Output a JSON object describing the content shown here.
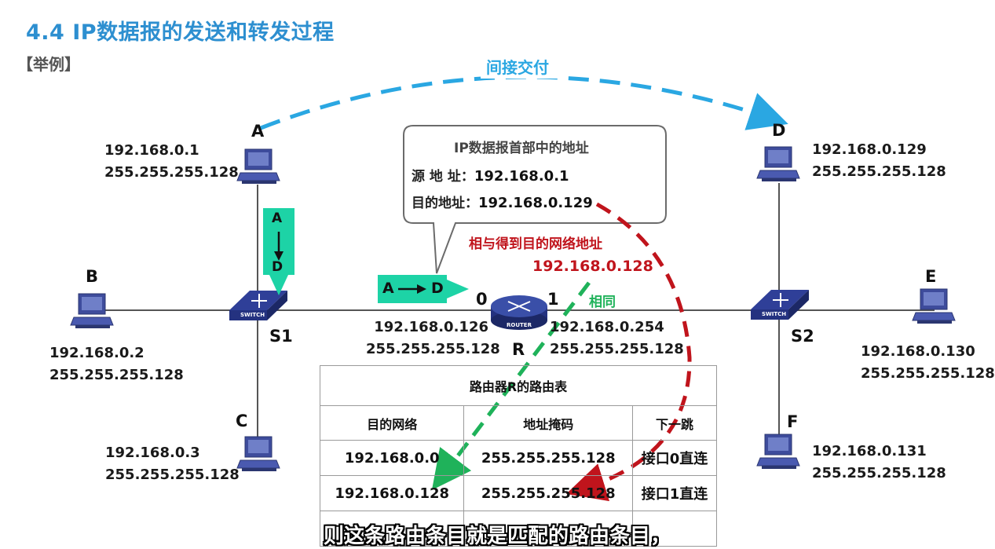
{
  "title": "4.4  IP数据报的发送和转发过程",
  "example_label": "【举例】",
  "indirect_delivery": "间接交付",
  "hosts": {
    "A": {
      "label": "A",
      "ip": "192.168.0.1",
      "mask": "255.255.255.128"
    },
    "B": {
      "label": "B",
      "ip": "192.168.0.2",
      "mask": "255.255.255.128"
    },
    "C": {
      "label": "C",
      "ip": "192.168.0.3",
      "mask": "255.255.255.128"
    },
    "D": {
      "label": "D",
      "ip": "192.168.0.129",
      "mask": "255.255.255.128"
    },
    "E": {
      "label": "E",
      "ip": "192.168.0.130",
      "mask": "255.255.255.128"
    },
    "F": {
      "label": "F",
      "ip": "192.168.0.131",
      "mask": "255.255.255.128"
    }
  },
  "switches": {
    "S1": "S1",
    "S2": "S2",
    "device_text": "SWITCH"
  },
  "router": {
    "label": "R",
    "device_text": "ROUTER",
    "port0": {
      "num": "0",
      "ip": "192.168.0.126",
      "mask": "255.255.255.128"
    },
    "port1": {
      "num": "1",
      "ip": "192.168.0.254",
      "mask": "255.255.255.128"
    }
  },
  "packet_vertical": {
    "from": "A",
    "to": "D"
  },
  "packet_horizontal": {
    "from": "A",
    "to": "D"
  },
  "callout": {
    "title": "IP数据报首部中的地址",
    "src_label": "源 地 址：",
    "src_value": "192.168.0.1",
    "dst_label": "目的地址：",
    "dst_value": "192.168.0.129"
  },
  "and_result": {
    "text": "相与得到目的网络地址",
    "network": "192.168.0.128"
  },
  "same_label": "相同",
  "routing_table": {
    "title": "路由器R的路由表",
    "headers": [
      "目的网络",
      "地址掩码",
      "下一跳"
    ],
    "rows": [
      [
        "192.168.0.0",
        "255.255.255.128",
        "接口0直连"
      ],
      [
        "192.168.0.128",
        "255.255.255.128",
        "接口1直连"
      ]
    ]
  },
  "subtitle": "则这条路由条目就是匹配的路由条目，",
  "colors": {
    "title": "#2d8fd0",
    "indirect": "#2aa7e2",
    "red_dashed": "#c0141c",
    "green_dashed": "#1fb25a",
    "packet": "#1dd3a6",
    "device": "#3a4fa8"
  }
}
